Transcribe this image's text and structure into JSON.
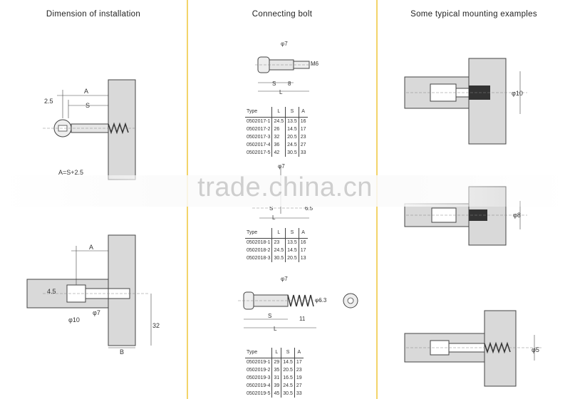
{
  "headings": {
    "left": "Dimension of installation",
    "middle": "Connecting bolt",
    "right": "Some typical mounting examples"
  },
  "left_diagram_1": {
    "offset_label": "2.5",
    "a_label": "A",
    "s_label": "S",
    "formula": "A=S+2.5"
  },
  "left_diagram_2": {
    "a_label": "A",
    "hole_depth_label": "4.5",
    "dia_small_label": "φ7",
    "dia_large_label": "φ10",
    "distance_label": "32",
    "b_label": "B"
  },
  "bolt_1": {
    "dia_label": "φ7",
    "thread_label": "M6",
    "s_label": "S",
    "eight_label": "8",
    "l_label": "L"
  },
  "table_1": {
    "headers": [
      "Type",
      "L",
      "S",
      "A"
    ],
    "rows": [
      [
        "0502017-1",
        "24.5",
        "13.5",
        "16"
      ],
      [
        "0502017-2",
        "26",
        "14.5",
        "17"
      ],
      [
        "0502017-3",
        "32",
        "20.5",
        "23"
      ],
      [
        "0502017-4",
        "36",
        "24.5",
        "27"
      ],
      [
        "0502017-5",
        "42",
        "30.5",
        "33"
      ]
    ]
  },
  "bolt_2": {
    "dia_label": "φ7",
    "s_label": "S",
    "sixfive_label": "6.5",
    "l_label": "L"
  },
  "table_2": {
    "headers": [
      "Type",
      "L",
      "S",
      "A"
    ],
    "rows": [
      [
        "0502018-1",
        "23",
        "13.5",
        "16"
      ],
      [
        "0502018-2",
        "24.5",
        "14.5",
        "17"
      ],
      [
        "0502018-3",
        "30.5",
        "20.5",
        "13"
      ]
    ]
  },
  "bolt_3": {
    "dia_label": "φ7",
    "thread_dia_label": "φ6.3",
    "s_label": "S",
    "eleven_label": "11",
    "l_label": "L"
  },
  "table_3": {
    "headers": [
      "Type",
      "L",
      "S",
      "A"
    ],
    "rows": [
      [
        "0502019-1",
        "29",
        "14.5",
        "17"
      ],
      [
        "0502019-2",
        "35",
        "20.5",
        "23"
      ],
      [
        "0502019-3",
        "31",
        "16.5",
        "19"
      ],
      [
        "0502019-4",
        "39",
        "24.5",
        "27"
      ],
      [
        "0502019-5",
        "45",
        "30.5",
        "33"
      ]
    ]
  },
  "mounting": {
    "example_1_dia": "φ10",
    "example_2_dia": "φ8",
    "example_3_dia": "φ5"
  },
  "watermark": "trade.china.cn",
  "colors": {
    "divider": "#f3d46a",
    "panel": "#d9d9d9",
    "line": "#333333"
  }
}
